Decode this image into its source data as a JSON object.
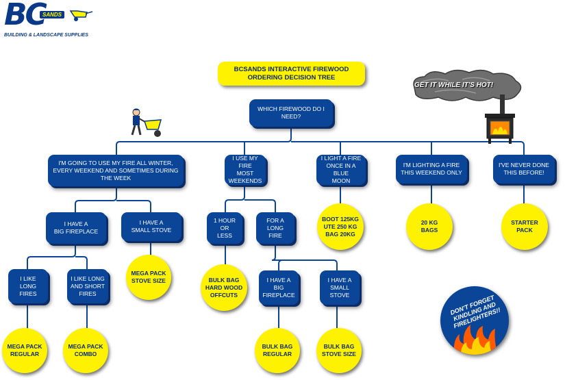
{
  "logo": {
    "brand": "BC",
    "badge": "SANDS",
    "tagline": "BUILDING & LANDSCAPE SUPPLIES"
  },
  "title": "BCSANDS INTERACTIVE FIREWOOD\nORDERING DECISION TREE",
  "slogan": "GET IT WHILE IT'S HOT!",
  "kindling": "DON'T FORGET\nKINDLING AND\nFIRELIGHTERS!!",
  "nodes": {
    "root": "WHICH FIREWOOD DO I\nNEED?",
    "winter": "I'M GOING TO USE MY FIRE ALL WINTER,\nEVERY WEEKEND AND SOMETIMES DURING\nTHE WEEK",
    "weekends": "I USE MY FIRE\nMOST\nWEEKENDS",
    "blue_moon": "I LIGHT A FIRE\nONCE IN A BLUE\nMOON",
    "this_weekend": "I'M LIGHTING A FIRE\nTHIS WEEKEND ONLY",
    "never": "I'VE NEVER DONE\nTHIS BEFORE!",
    "big_fireplace": "I HAVE A\nBIG FIREPLACE",
    "small_stove": "I HAVE A\nSMALL STOVE",
    "one_hour": "1 HOUR\nOR\nLESS",
    "long_fire": "FOR A\nLONG\nFIRE",
    "long_fires": "I LIKE\nLONG\nFIRES",
    "long_short": "I LIKE LONG\nAND SHORT\nFIRES",
    "wk_big_fireplace": "I HAVE A\nBIG\nFIREPLACE",
    "wk_small_stove": "I HAVE A\nSMALL\nSTOVE"
  },
  "products": {
    "mega_regular": "MEGA PACK\nREGULAR",
    "mega_combo": "MEGA PACK\nCOMBO",
    "mega_stove": "MEGA PACK\nSTOVE SIZE",
    "bulk_offcuts": "BULK BAG\nHARD WOOD\nOFFCUTS",
    "bulk_regular": "BULK BAG\nREGULAR",
    "bulk_stove": "BULK BAG\nSTOVE SIZE",
    "boot": "BOOT 125KG\nUTE 250 KG\nBAG 20KG",
    "bags20": "20 KG\nBAGS",
    "starter": "STARTER\nPACK"
  },
  "colors": {
    "node": "#0a4597",
    "product": "#fff200",
    "line": "#0a4597"
  }
}
